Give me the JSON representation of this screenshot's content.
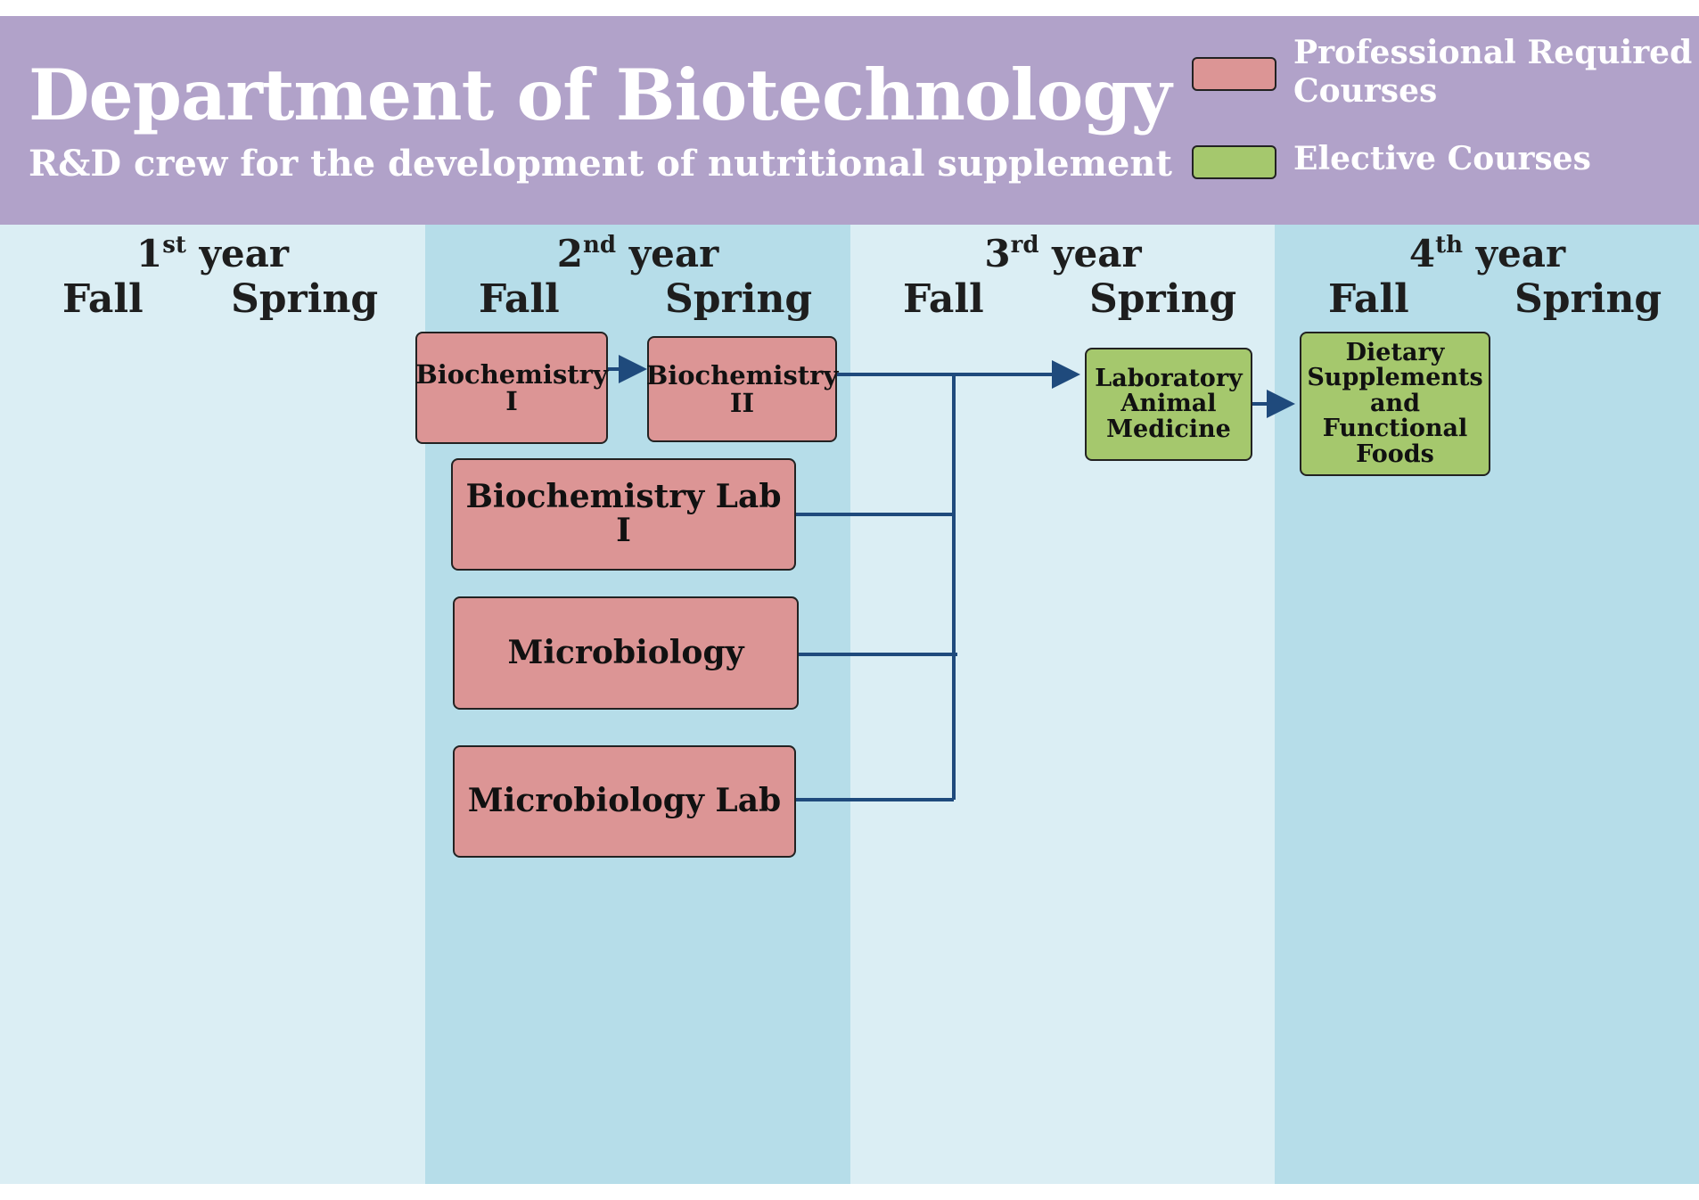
{
  "header": {
    "title": "Department of Biotechnology",
    "subtitle": "R&D  crew for the development of  nutritional supplement"
  },
  "legend": [
    {
      "label_line1": "Professional Required",
      "label_line2": "Courses",
      "color": "#dc9595"
    },
    {
      "label_line1": "Elective Courses",
      "label_line2": "",
      "color": "#a5c86d"
    }
  ],
  "years": [
    {
      "num": "1",
      "sup": "st",
      "word": "year",
      "fall": "Fall",
      "spring": "Spring"
    },
    {
      "num": "2",
      "sup": "nd",
      "word": "year",
      "fall": "Fall",
      "spring": "Spring"
    },
    {
      "num": "3",
      "sup": "rd",
      "word": "year",
      "fall": "Fall",
      "spring": "Spring"
    },
    {
      "num": "4",
      "sup": "th",
      "word": "year",
      "fall": "Fall",
      "spring": "Spring"
    }
  ],
  "colors": {
    "header_bg": "#b1a2c9",
    "band_light": "#dbeef4",
    "band_dark": "#b6dde9",
    "required": "#dc9595",
    "elective": "#a5c86d",
    "connector": "#1f4a7c"
  },
  "courses": {
    "biochem1": {
      "line1": "Biochemistry",
      "line2": "I",
      "type": "required"
    },
    "biochem2": {
      "line1": "Biochemistry",
      "line2": "II",
      "type": "required"
    },
    "biochemlab": {
      "line1": "Biochemistry Lab",
      "line2": "I",
      "type": "required"
    },
    "micro": {
      "line1": "Microbiology",
      "type": "required"
    },
    "microlab": {
      "line1": "Microbiology Lab",
      "type": "required"
    },
    "labanimal": {
      "line1": "Laboratory",
      "line2": "Animal",
      "line3": "Medicine",
      "type": "elective"
    },
    "dietary": {
      "line1": "Dietary",
      "line2": "Supplements",
      "line3": "and Functional",
      "line4": "Foods",
      "type": "elective"
    }
  }
}
